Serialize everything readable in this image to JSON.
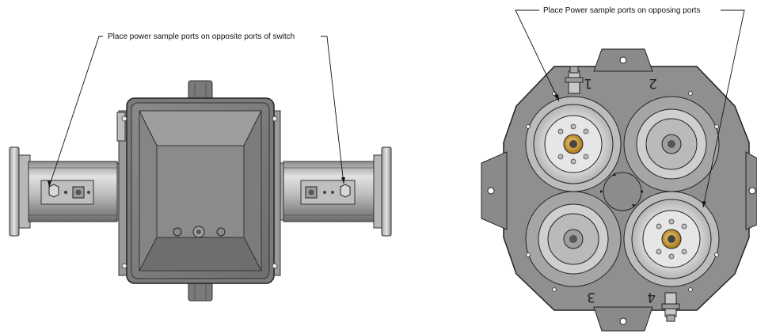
{
  "callouts": {
    "left": "Place power sample ports on opposite ports of switch",
    "right": "Place Power sample ports on opposing ports"
  },
  "port_numbers": [
    "1",
    "2",
    "3",
    "4"
  ],
  "colors": {
    "body_dark": "#6f6f6f",
    "body_mid": "#9a9a9a",
    "metal_light": "#d6d6d6",
    "plate_gray": "#8e8e8e",
    "connector_gold": "#c8962a",
    "line": "#222222"
  }
}
